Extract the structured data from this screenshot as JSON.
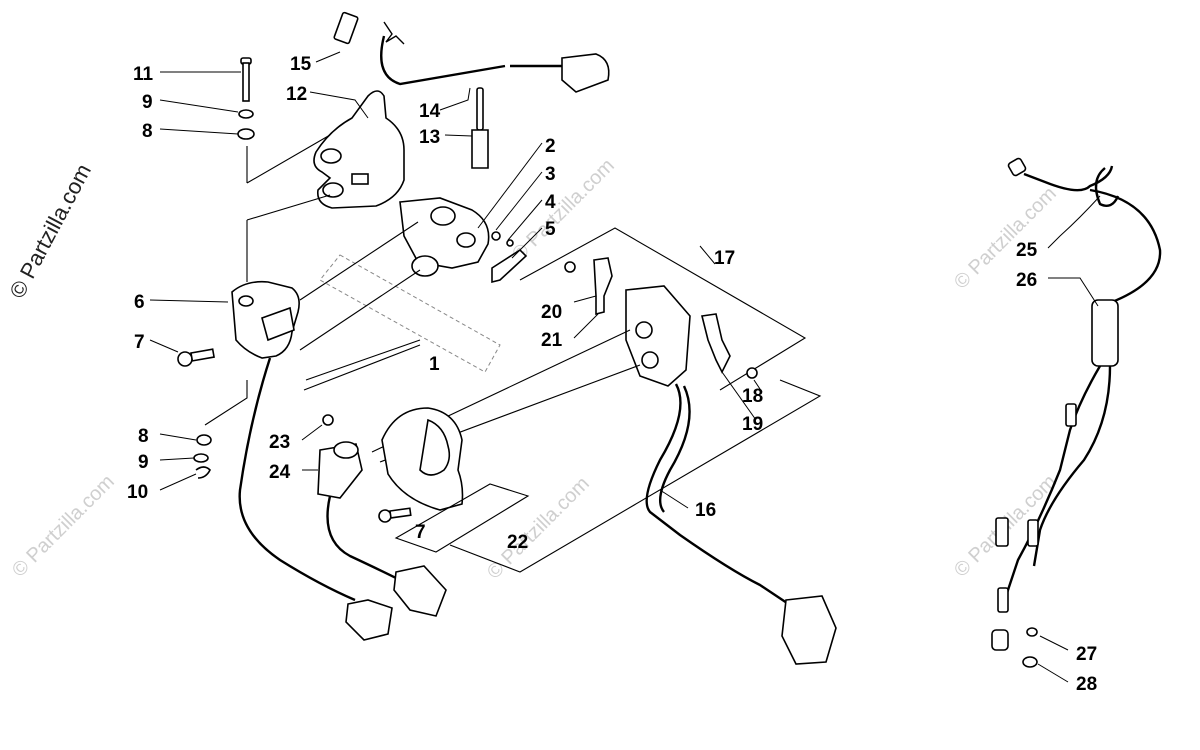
{
  "watermark": {
    "main": "© Partzilla.com",
    "repeat": "© Partzilla.com"
  },
  "callouts": [
    "1",
    "2",
    "3",
    "4",
    "5",
    "6",
    "7",
    "7",
    "8",
    "8",
    "9",
    "9",
    "10",
    "11",
    "12",
    "13",
    "14",
    "15",
    "16",
    "17",
    "18",
    "19",
    "20",
    "21",
    "22",
    "23",
    "24",
    "25",
    "26",
    "27",
    "28"
  ]
}
